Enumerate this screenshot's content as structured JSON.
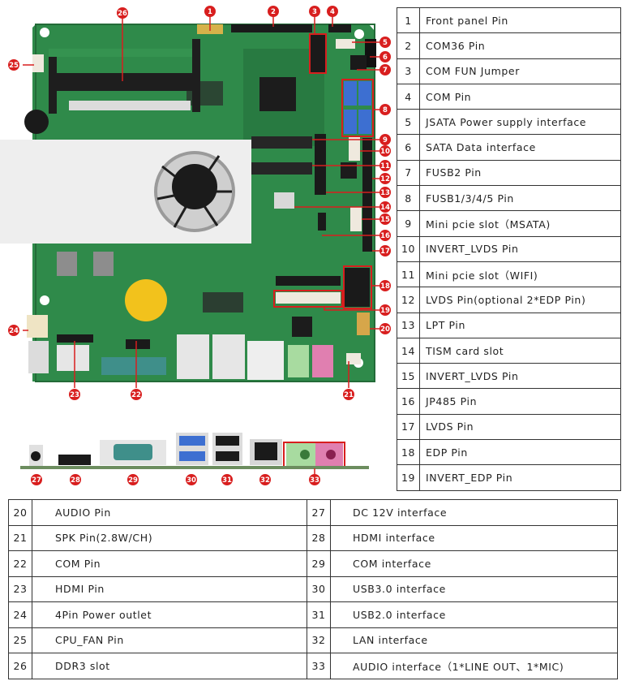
{
  "diagram": {
    "marker_color": "#d81e1e",
    "board_color": "#2f8a4a",
    "callouts": [
      {
        "num": "1",
        "label": "Front panel Pin"
      },
      {
        "num": "2",
        "label": "COM36 Pin"
      },
      {
        "num": "3",
        "label": "COM FUN Jumper"
      },
      {
        "num": "4",
        "label": "COM Pin"
      },
      {
        "num": "5",
        "label": "JSATA Power supply interface"
      },
      {
        "num": "6",
        "label": "SATA Data interface"
      },
      {
        "num": "7",
        "label": "FUSB2 Pin"
      },
      {
        "num": "8",
        "label": "FUSB1/3/4/5 Pin"
      },
      {
        "num": "9",
        "label": "Mini pcie slot（MSATA)"
      },
      {
        "num": "10",
        "label": "INVERT_LVDS Pin"
      },
      {
        "num": "11",
        "label": "Mini pcie slot（WIFI)"
      },
      {
        "num": "12",
        "label": "LVDS Pin(optional 2*EDP Pin)"
      },
      {
        "num": "13",
        "label": "LPT Pin"
      },
      {
        "num": "14",
        "label": "TISM card slot"
      },
      {
        "num": "15",
        "label": "INVERT_LVDS Pin"
      },
      {
        "num": "16",
        "label": "JP485 Pin"
      },
      {
        "num": "17",
        "label": "LVDS Pin"
      },
      {
        "num": "18",
        "label": "EDP Pin"
      },
      {
        "num": "19",
        "label": "INVERT_EDP Pin"
      },
      {
        "num": "20",
        "label": "AUDIO Pin"
      },
      {
        "num": "21",
        "label": "SPK Pin(2.8W/CH)"
      },
      {
        "num": "22",
        "label": "COM Pin"
      },
      {
        "num": "23",
        "label": "HDMI Pin"
      },
      {
        "num": "24",
        "label": "4Pin Power outlet"
      },
      {
        "num": "25",
        "label": "CPU_FAN Pin"
      },
      {
        "num": "26",
        "label": "DDR3 slot"
      },
      {
        "num": "27",
        "label": "DC 12V interface"
      },
      {
        "num": "28",
        "label": "HDMI interface"
      },
      {
        "num": "29",
        "label": "COM interface"
      },
      {
        "num": "30",
        "label": "USB3.0 interface"
      },
      {
        "num": "31",
        "label": "USB2.0 interface"
      },
      {
        "num": "32",
        "label": "LAN interface"
      },
      {
        "num": "33",
        "label": "AUDIO interface（1*LINE OUT、1*MIC)"
      }
    ]
  }
}
